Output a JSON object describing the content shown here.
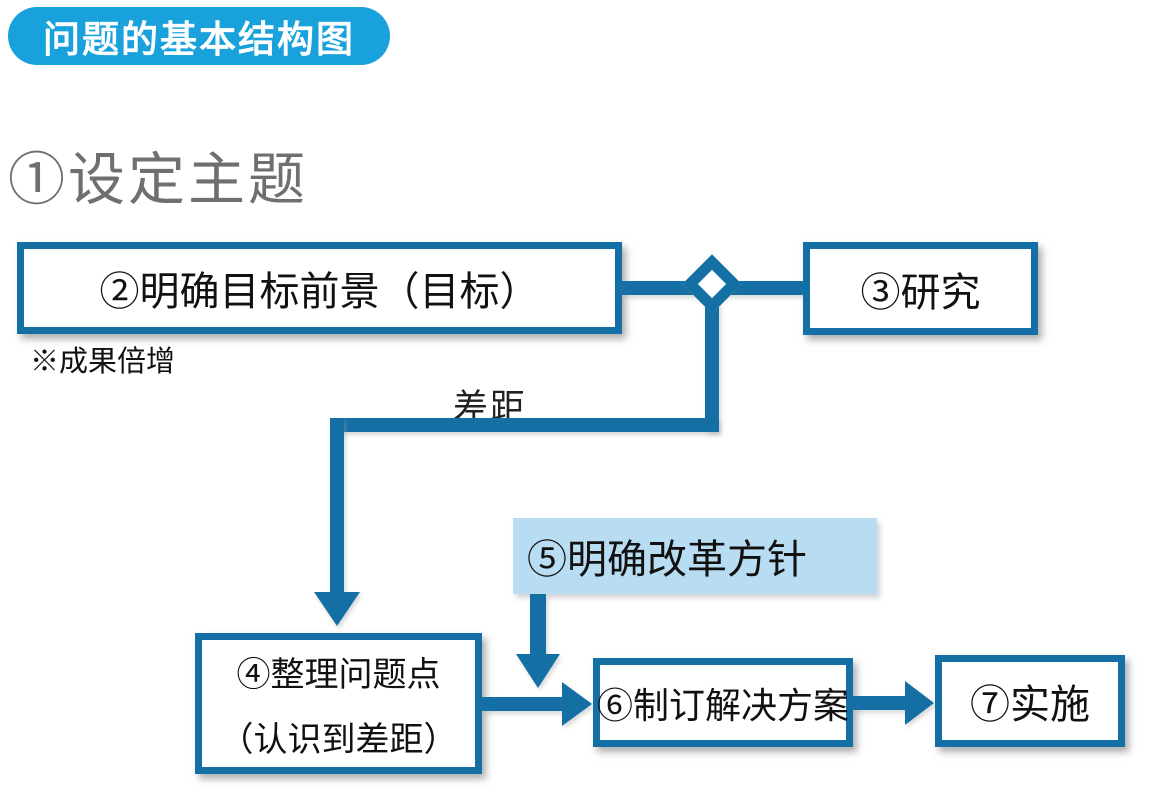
{
  "header": {
    "badge_label": "问题的基本结构图"
  },
  "colors": {
    "badge_blue": "#18A1DB",
    "connector_blue": "#1470A4",
    "step5_fill_light_blue": "#B8DCF1",
    "title_gray": "#6F6F6F",
    "text_black": "#111111",
    "background": "#FFFFFF"
  },
  "diagram": {
    "step1": {
      "label": "①设定主题"
    },
    "step2": {
      "label": "②明确目标前景（目标）",
      "note": "※成果倍增"
    },
    "step3": {
      "label": "③研究"
    },
    "gap": {
      "label": "差距"
    },
    "step4": {
      "line1": "④整理问题点",
      "line2": "（认识到差距）"
    },
    "step5": {
      "label": "⑤明确改革方针"
    },
    "step6": {
      "label": "⑥制订解决方案"
    },
    "step7": {
      "label": "⑦实施"
    }
  }
}
